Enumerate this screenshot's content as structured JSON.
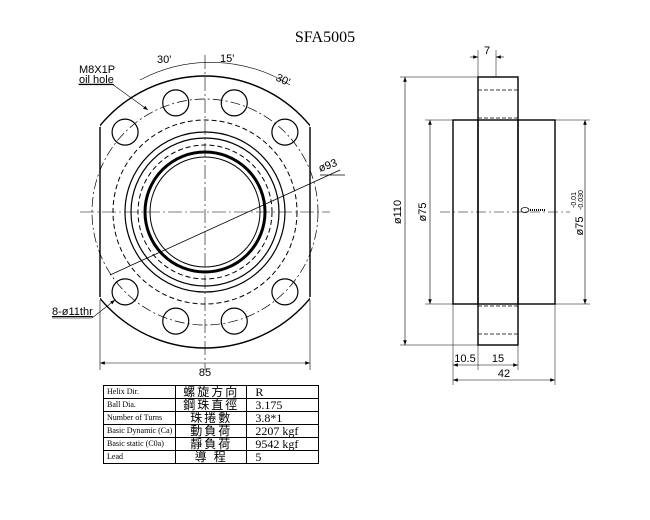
{
  "title": "SFA5005",
  "front_view": {
    "oil_hole_label": [
      "M8X1P",
      "oil hole"
    ],
    "angle_labels": [
      "30'",
      "15'",
      "30'"
    ],
    "bolt_circle_label": "ø93",
    "holes_label": "8-ø11thr",
    "width_label": "85"
  },
  "side_view": {
    "flange_thickness_label": "7",
    "flange_od_label": "ø110",
    "body_od_label": "ø75",
    "body_od_tol_label": "ø75",
    "tol_upper": "-0.01",
    "tol_lower": "-0.030",
    "offset_label": "10.5",
    "flange_width_label": "15",
    "length_label": "42"
  },
  "spec_table": [
    {
      "en": "Helix  Dir.",
      "zh": "螺旋方向",
      "value": "R"
    },
    {
      "en": "Ball Dia.",
      "zh": "鋼珠直徑",
      "value": "3.175"
    },
    {
      "en": "Number of Turns",
      "zh": "珠捲數",
      "value": "3.8*1"
    },
    {
      "en": "Basic Dynamic (Ca)",
      "zh": "動負荷",
      "value": "2207 kgf"
    },
    {
      "en": "Basic static (C0a)",
      "zh": "靜負荷",
      "value": "9542 kgf"
    },
    {
      "en": "Lead",
      "zh": "導 程",
      "value": "5"
    }
  ]
}
